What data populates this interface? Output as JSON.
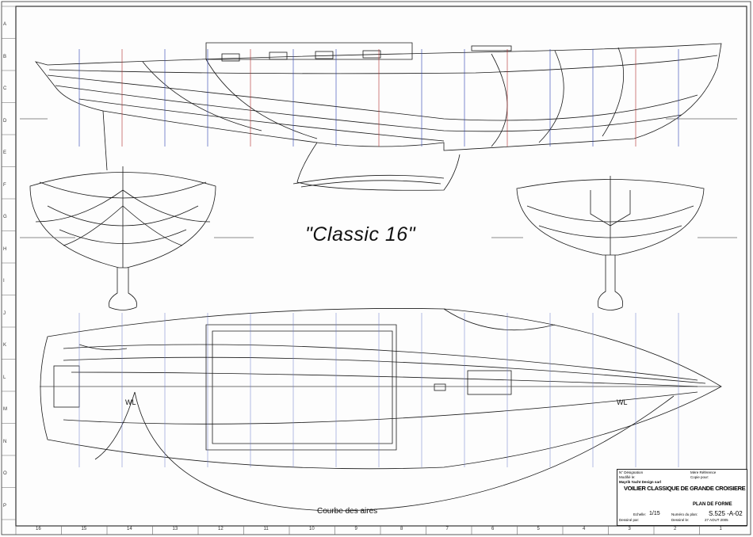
{
  "drawing": {
    "title": "\"Classic 16\"",
    "waterline_label_left": "WL",
    "waterline_label_right": "WL",
    "area_curve_label": "Courbe des aires"
  },
  "grid": {
    "rows": [
      "A",
      "B",
      "C",
      "D",
      "E",
      "F",
      "G",
      "H",
      "I",
      "J",
      "K",
      "L",
      "M",
      "N",
      "O",
      "P"
    ],
    "columns": [
      "16",
      "15",
      "14",
      "13",
      "12",
      "11",
      "10",
      "9",
      "8",
      "7",
      "6",
      "5",
      "4",
      "3",
      "2",
      "1"
    ]
  },
  "title_block": {
    "designation_header": "N°  Désignation",
    "reference_header": "Mère  Référence",
    "modified_label": "Modifié le:",
    "copy_label": "Copie pour:",
    "company": "Mayrik Yacht Design sarl",
    "project": "VOILIER CLASSIQUE DE GRANDE CROISIERE",
    "sheet_title": "PLAN DE FORME",
    "scale_label": "Echelle:",
    "scale_value": "1/15",
    "plan_number_label": "Numéro du plan:",
    "plan_number": "S.525 -A-02",
    "drawn_by_label": "Dessiné par:",
    "drawn_on_label": "Dessiné le:",
    "drawn_on": "27 AOUT 2005"
  },
  "colors": {
    "line": "#1a1a1a",
    "station_blue": "#2b3fb0",
    "station_red": "#b02b2b",
    "grid_blue": "#6a78c8"
  }
}
